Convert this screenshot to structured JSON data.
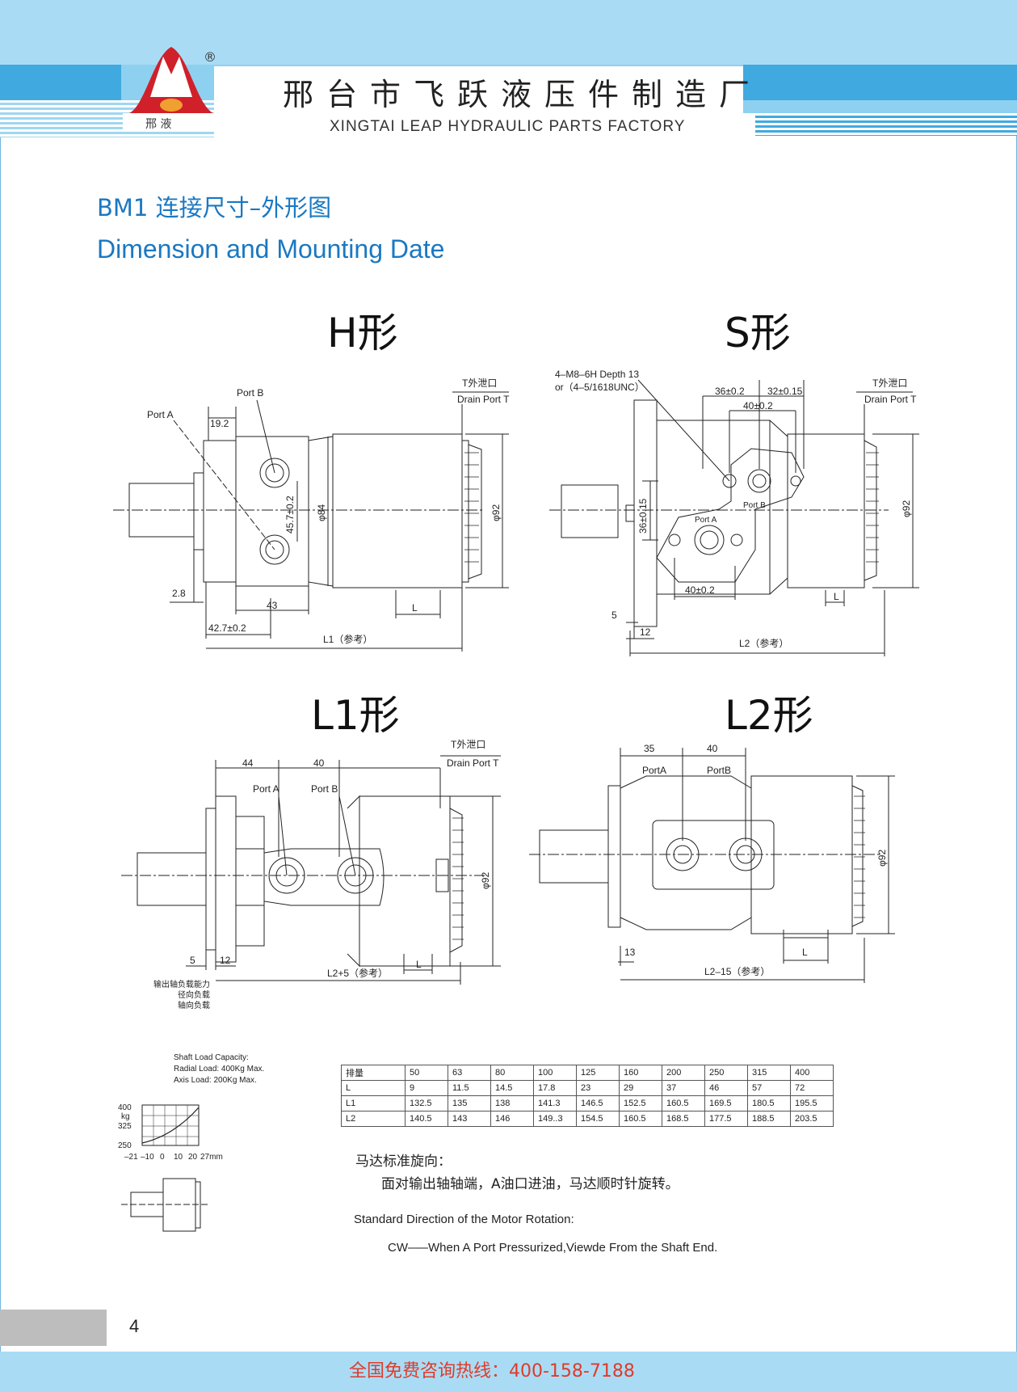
{
  "header": {
    "company_cn": "邢台市飞跃液压件制造厂",
    "company_en": "XINGTAI LEAP HYDRAULIC PARTS FACTORY",
    "logo_text": "邢  液",
    "registered_mark": "®",
    "colors": {
      "sky": "#a9dcf4",
      "band": "#3fa9e0",
      "logo_red": "#d0202a"
    }
  },
  "title": {
    "cn": "BM1 连接尺寸–外形图",
    "en": "Dimension and Mounting Date"
  },
  "views": {
    "h": {
      "label": "H形",
      "port_a": "Port A",
      "port_b": "Port B",
      "drain_cn": "T外泄口",
      "drain_en": "Drain Port T",
      "d1": "19.2",
      "d2": "45.7±0.2",
      "d3": "φ84",
      "d4": "φ92",
      "d5": "2.8",
      "d6": "43",
      "d7": "L",
      "d8": "42.7±0.2",
      "d9": "L1（参考）"
    },
    "s": {
      "label": "S形",
      "thread1": "4–M8–6H Depth 13",
      "thread2": "or（4–5/1618UNC）",
      "d1": "36±0.2",
      "d2": "32±0.15",
      "d3": "40±0.2",
      "drain_cn": "T外泄口",
      "drain_en": "Drain Port T",
      "port_a": "Port A",
      "port_b": "Port B",
      "d4": "36±0.15",
      "d5": "φ92",
      "d6": "40±0.2",
      "d7": "L",
      "d8": "5",
      "d9": "12",
      "d10": "L2（参考）"
    },
    "l1": {
      "label": "L1形",
      "d1": "44",
      "d2": "40",
      "port_a": "Port A",
      "port_b": "Port B",
      "drain_cn": "T外泄口",
      "drain_en": "Drain Port T",
      "d3": "φ92",
      "d4": "5",
      "d5": "12",
      "d6": "L",
      "d7": "L2+5（参考）"
    },
    "l2": {
      "label": "L2形",
      "d1": "35",
      "d2": "40",
      "port_a": "PortA",
      "port_b": "PortB",
      "d3": "φ92",
      "d4": "13",
      "d5": "L",
      "d6": "L2–15（参考）"
    }
  },
  "load_cn": [
    "输出轴负载能力",
    "径向负载",
    "轴向负载"
  ],
  "shaft_load": [
    "Shaft Load Capacity:",
    "Radial Load: 400Kg Max.",
    "Axis Load: 200Kg Max."
  ],
  "load_graph": {
    "y_unit": "kg",
    "y_ticks": [
      "400",
      "325",
      "250"
    ],
    "x_ticks": [
      "–21",
      "–10",
      "0",
      "10",
      "20",
      "27mm"
    ]
  },
  "spec_table": {
    "rows": [
      [
        "排量",
        "50",
        "63",
        "80",
        "100",
        "125",
        "160",
        "200",
        "250",
        "315",
        "400"
      ],
      [
        "L",
        "9",
        "11.5",
        "14.5",
        "17.8",
        "23",
        "29",
        "37",
        "46",
        "57",
        "72"
      ],
      [
        "L1",
        "132.5",
        "135",
        "138",
        "141.3",
        "146.5",
        "152.5",
        "160.5",
        "169.5",
        "180.5",
        "195.5"
      ],
      [
        "L2",
        "140.5",
        "143",
        "146",
        "149..3",
        "154.5",
        "160.5",
        "168.5",
        "177.5",
        "188.5",
        "203.5"
      ]
    ]
  },
  "rotation": {
    "cn_title": "马达标准旋向：",
    "cn_text": "面对输出轴轴端，A油口进油，马达顺时针旋转。",
    "en_title": "Standard Direction of the Motor Rotation:",
    "en_text": "CW–––When A Port Pressurized,Viewde From the Shaft End."
  },
  "page_number": "4",
  "footer": {
    "hotline": "全国免费咨询热线：400-158-7188"
  }
}
